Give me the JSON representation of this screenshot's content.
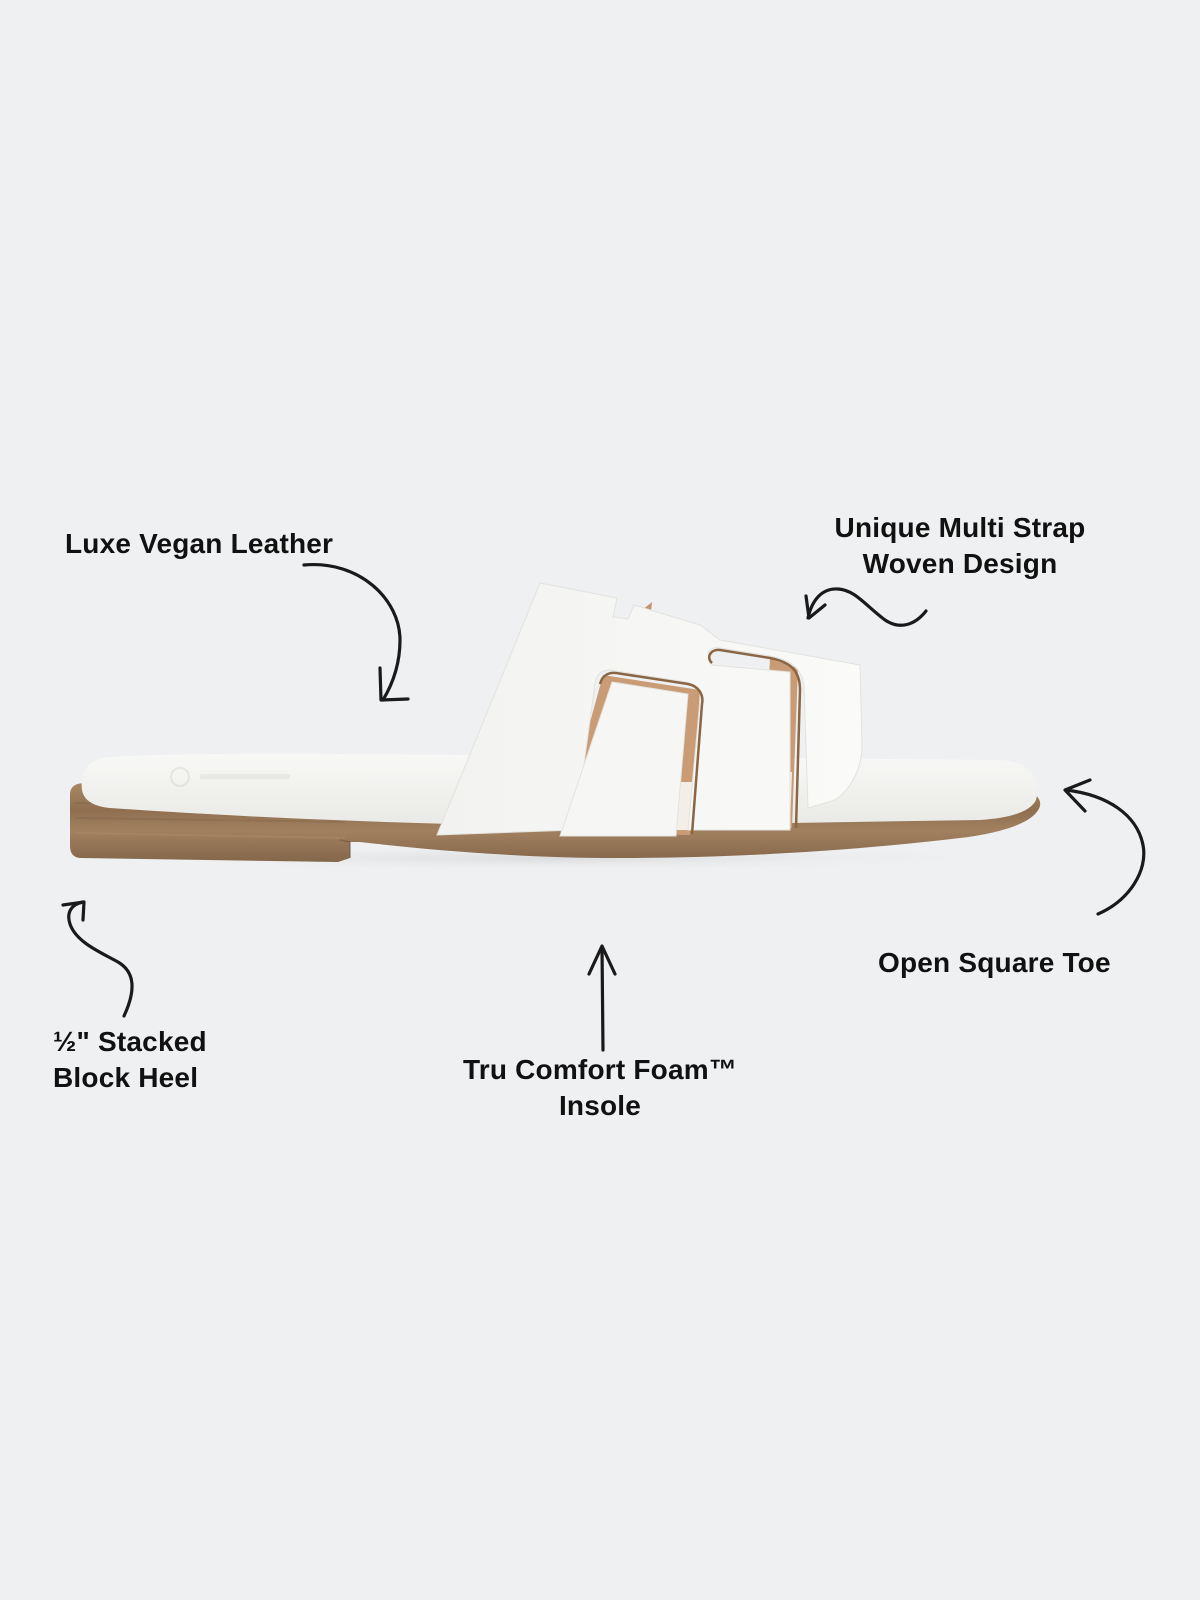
{
  "page": {
    "background": "#eff0f2",
    "subject": "White multi-strap slide sandal with stacked block heel, side profile"
  },
  "product": {
    "upper_color": "#f7f7f5",
    "insole_color": "#f3f3f0",
    "sole_color": "#9a7a58",
    "lining_color": "#c89a74"
  },
  "callouts": [
    {
      "id": "luxe-vegan-leather",
      "lines": [
        "Luxe Vegan Leather"
      ],
      "arrow": "curved arrow pointing down toward the upper"
    },
    {
      "id": "multi-strap-woven-design",
      "lines": [
        "Unique Multi Strap",
        "Woven Design"
      ],
      "arrow": "wavy arrow pointing left toward the straps"
    },
    {
      "id": "stacked-block-heel",
      "lines": [
        "½\" Stacked",
        "Block Heel"
      ],
      "arrow": "wavy arrow pointing up toward the heel"
    },
    {
      "id": "tru-comfort-foam-insole",
      "lines": [
        "Tru Comfort Foam™",
        "Insole"
      ],
      "arrow": "straight arrow pointing up toward the insole"
    },
    {
      "id": "open-square-toe",
      "lines": [
        "Open Square Toe"
      ],
      "arrow": "curved arrow pointing up-left toward the toe"
    }
  ],
  "colors": {
    "text": "#111111",
    "arrow": "#1a1a1a"
  }
}
